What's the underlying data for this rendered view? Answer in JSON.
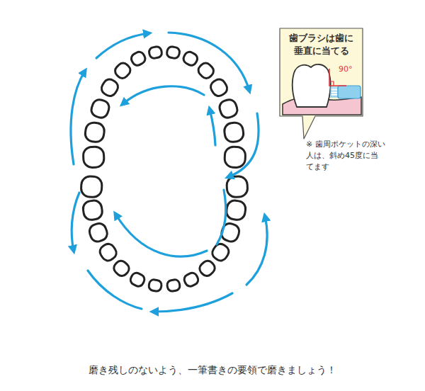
{
  "diagram": {
    "caption": "磨き残しのないよう、一筆書きの要領で磨きましょう！",
    "nodes": [
      {
        "text": [
          "歯ブラシは歯に 垂直に当てる"
        ]
      }
    ],
    "labels": [
      "90°",
      "※ 歯周ポケットの深い人は、斜め45度に当てます"
    ]
  }
}
